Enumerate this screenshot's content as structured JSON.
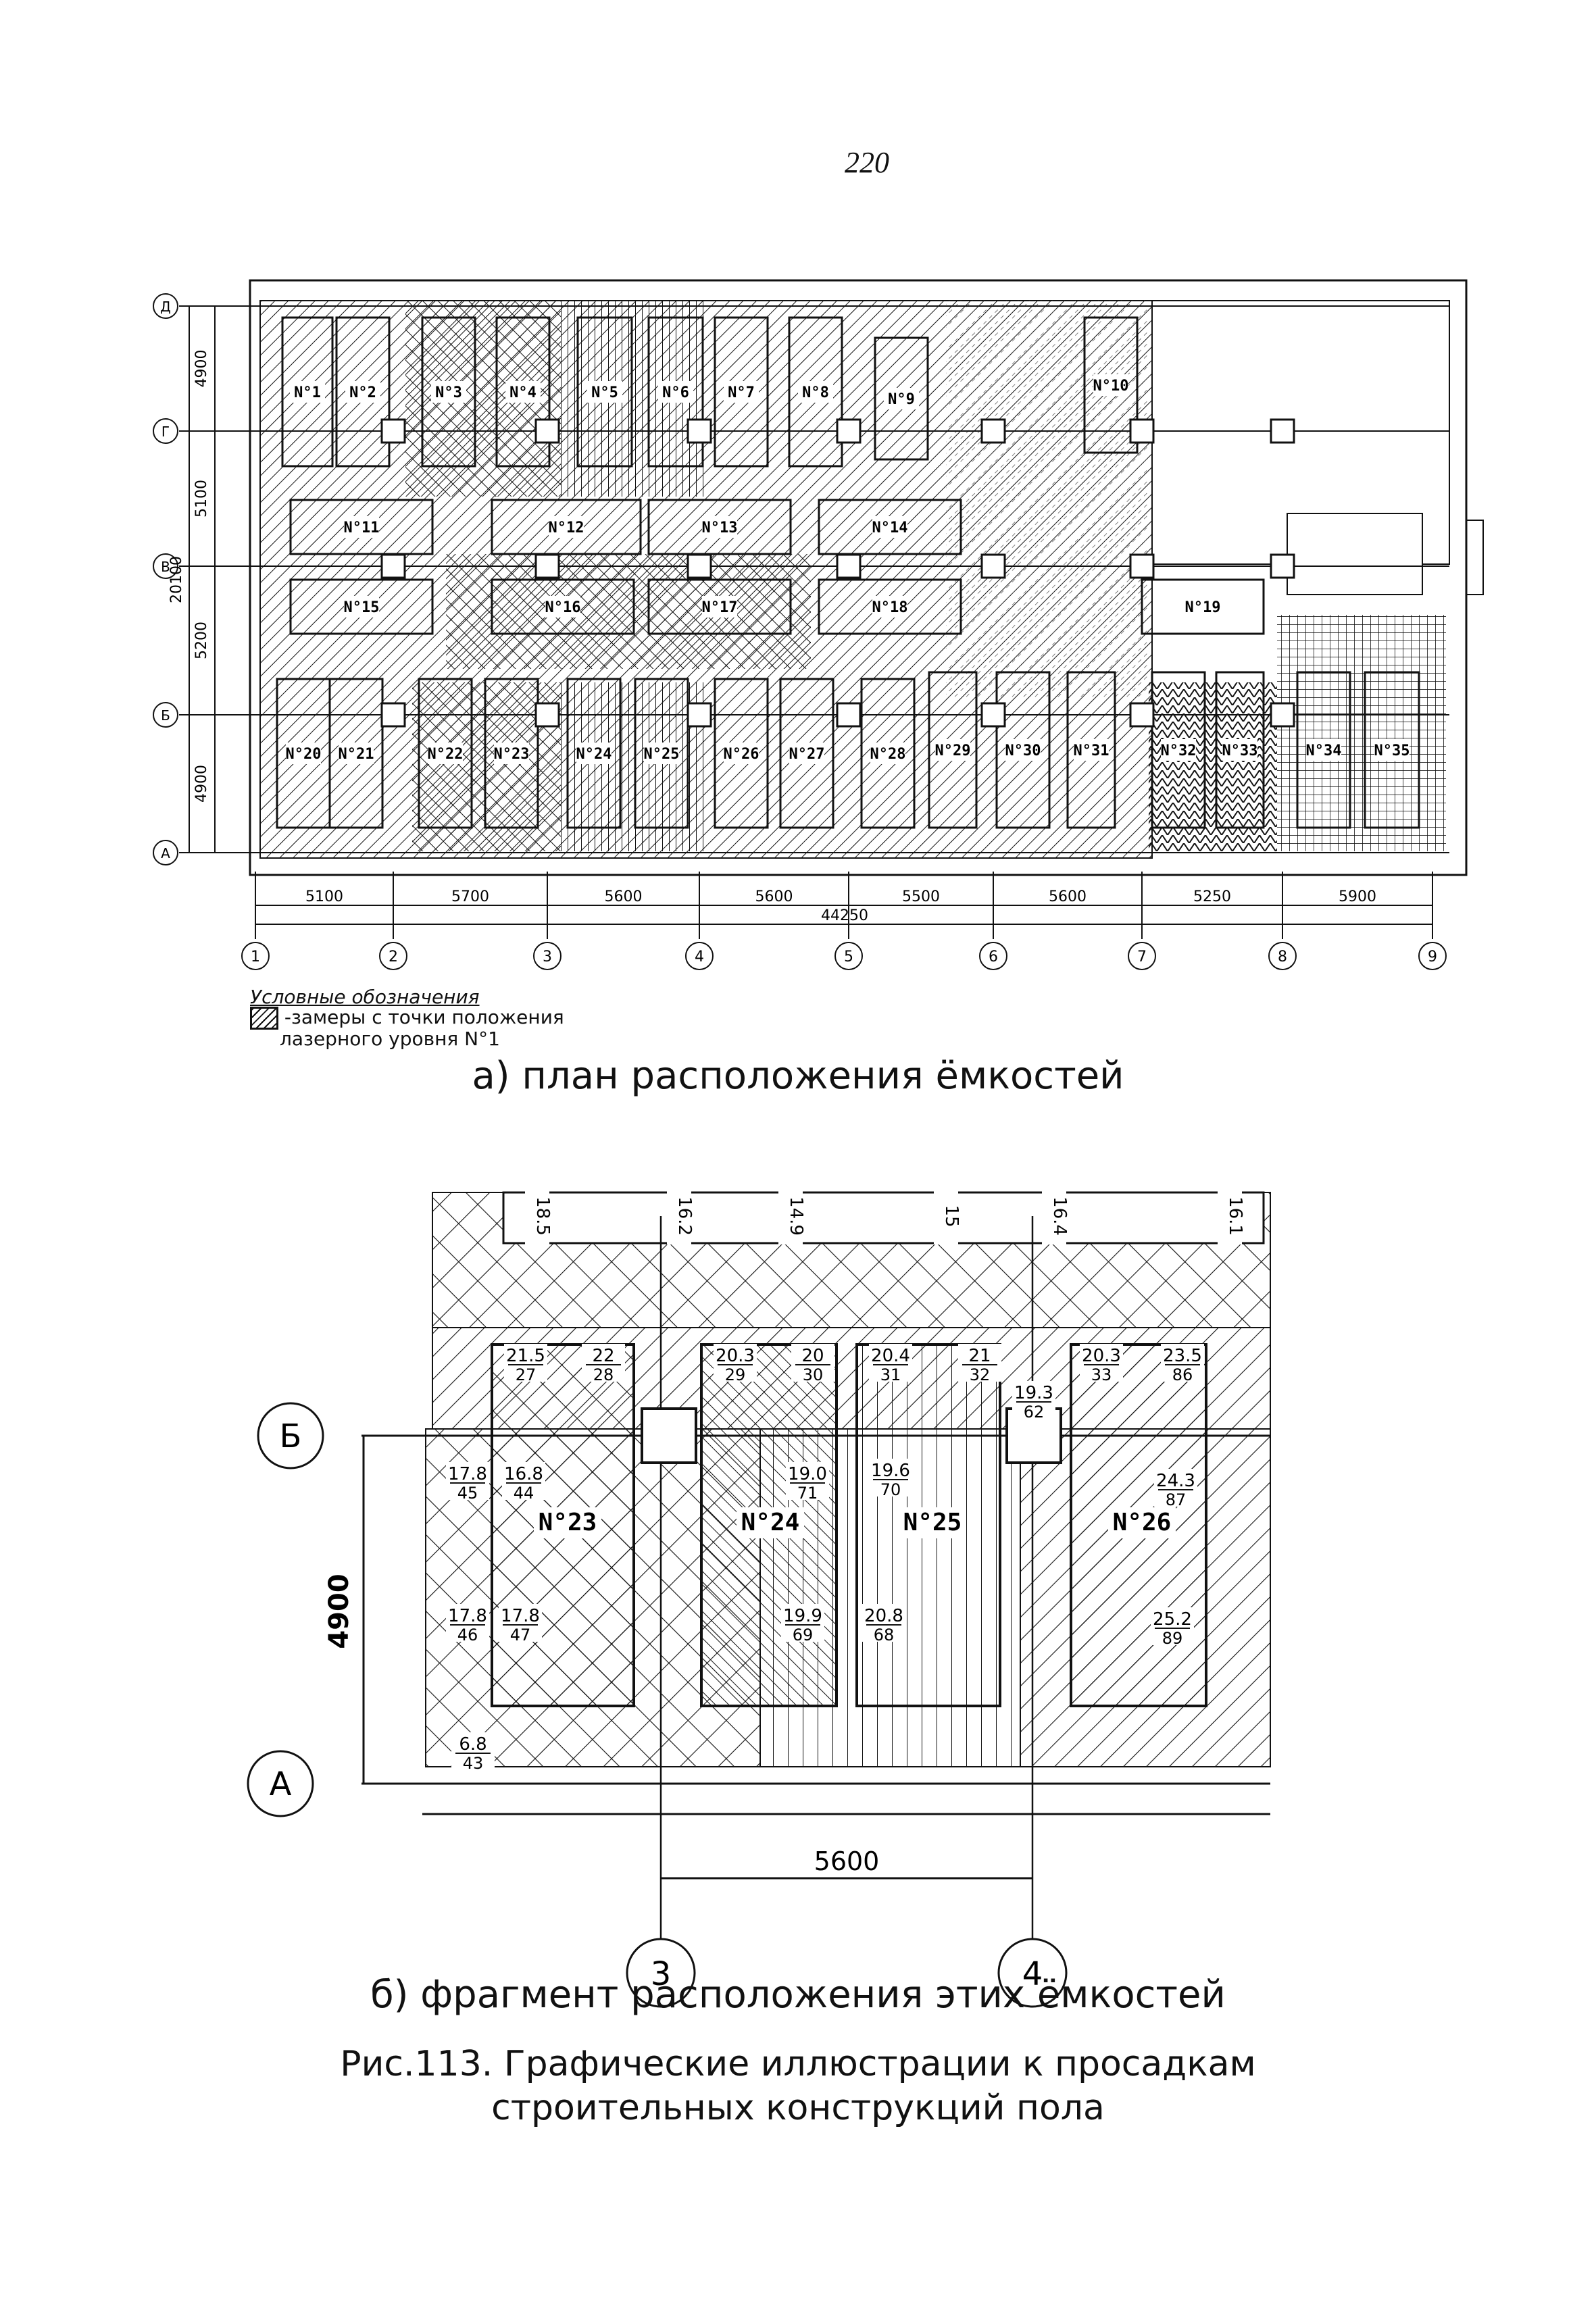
{
  "page_number": "220",
  "plan": {
    "rows": [
      "Д",
      "Г",
      "В",
      "Б",
      "А"
    ],
    "row_dims": [
      "4900",
      "5100",
      "5200",
      "4900"
    ],
    "total_height": "20100",
    "cols": [
      "1",
      "2",
      "3",
      "4",
      "5",
      "6",
      "7",
      "8",
      "9"
    ],
    "col_dims": [
      "5100",
      "5700",
      "5600",
      "5600",
      "5500",
      "5600",
      "5250",
      "5900"
    ],
    "total_width": "44250",
    "tanks": [
      "N°1",
      "N°2",
      "N°3",
      "N°4",
      "N°5",
      "N°6",
      "N°7",
      "N°8",
      "N°9",
      "N°10",
      "N°11",
      "N°12",
      "N°13",
      "N°14",
      "N°15",
      "N°16",
      "N°17",
      "N°18",
      "N°19",
      "N°20",
      "N°21",
      "N°22",
      "N°23",
      "N°24",
      "N°25",
      "N°26",
      "N°27",
      "N°28",
      "N°29",
      "N°30",
      "N°31",
      "N°32",
      "N°33",
      "N°34",
      "N°35"
    ]
  },
  "legend": {
    "title": "Условные обозначения",
    "line1": "-замеры с точки положения",
    "line2": "лазерного уровня N°1"
  },
  "caption_a": "а) план расположения ёмкостей",
  "fragment": {
    "row_b": "Б",
    "row_a": "А",
    "dim_v": "4900",
    "dim_h": "5600",
    "col_left": "3",
    "col_right": "4",
    "tank_labels": [
      "N°23",
      "N°24",
      "N°25",
      "N°26"
    ],
    "top_vals": [
      "18.5",
      "16.2",
      "14.9",
      "15",
      "16.4",
      "16.1"
    ],
    "marks": [
      {
        "v": "21.5",
        "n": "27"
      },
      {
        "v": "22",
        "n": "28"
      },
      {
        "v": "20.3",
        "n": "29"
      },
      {
        "v": "20",
        "n": "30"
      },
      {
        "v": "20.4",
        "n": "31"
      },
      {
        "v": "21",
        "n": "32"
      },
      {
        "v": "19.3",
        "n": "62"
      },
      {
        "v": "20.3",
        "n": "33"
      },
      {
        "v": "23.5",
        "n": "86"
      },
      {
        "v": "17.8",
        "n": "45"
      },
      {
        "v": "16.8",
        "n": "44"
      },
      {
        "v": "19.0",
        "n": "71"
      },
      {
        "v": "19.6",
        "n": "70"
      },
      {
        "v": "24.3",
        "n": "87"
      },
      {
        "v": "17.8",
        "n": "46"
      },
      {
        "v": "17.8",
        "n": "47"
      },
      {
        "v": "19.9",
        "n": "69"
      },
      {
        "v": "20.8",
        "n": "68"
      },
      {
        "v": "25.2",
        "n": "89"
      },
      {
        "v": "6.8",
        "n": "43"
      }
    ]
  },
  "caption_b": "б) фрагмент расположения этих ёмкостей",
  "figure_caption_1": "Рис.113. Графические иллюстрации к просадкам",
  "figure_caption_2": "строительных конструкций пола"
}
